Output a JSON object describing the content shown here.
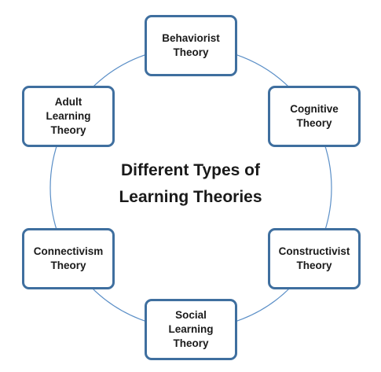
{
  "diagram": {
    "title": "Different Types of\nLearning Theories",
    "nodes": [
      {
        "id": "behaviorist",
        "label": "Behaviorist\nTheory"
      },
      {
        "id": "cognitive",
        "label": "Cognitive\nTheory"
      },
      {
        "id": "constructivist",
        "label": "Constructivist\nTheory"
      },
      {
        "id": "social",
        "label": "Social\nLearning\nTheory"
      },
      {
        "id": "connectivism",
        "label": "Connectivism\nTheory"
      },
      {
        "id": "adult",
        "label": "Adult\nLearning\nTheory"
      }
    ],
    "colors": {
      "node_border": "#3f6f9f",
      "ring": "#5b8fc7",
      "text": "#1a1a1a"
    }
  }
}
